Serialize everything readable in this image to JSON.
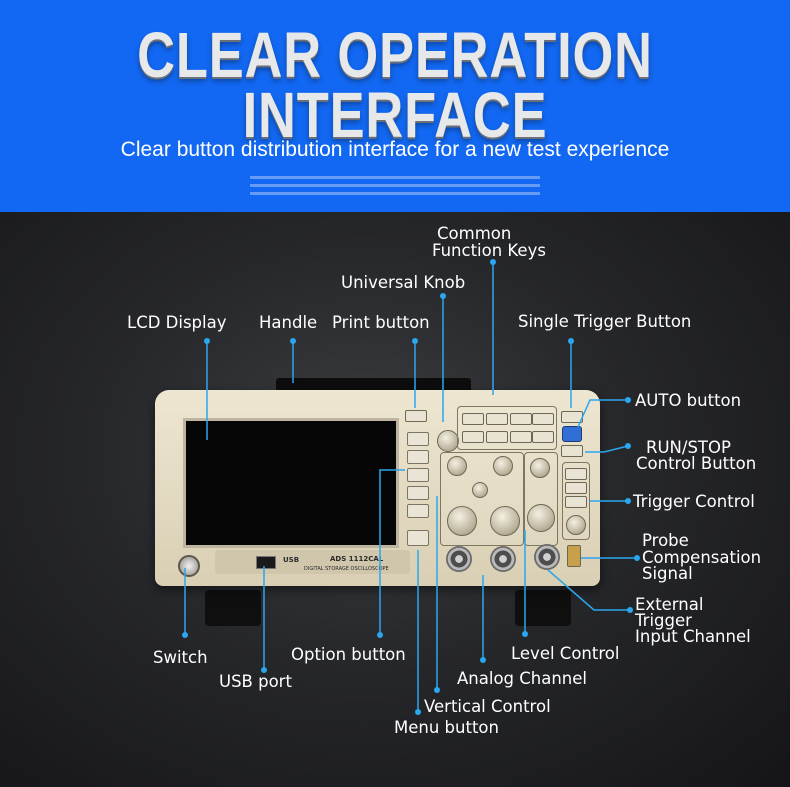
{
  "banner": {
    "headline_line1": "CLEAR OPERATION",
    "headline_line2": "INTERFACE",
    "subtitle": "Clear button distribution interface for a new test experience",
    "background_color": "#1268f2"
  },
  "device": {
    "model": "ADS 1112CAL",
    "description": "DIGITAL STORAGE OSCILLOSCOPE",
    "usb_mark": "USB"
  },
  "callouts": {
    "common_function_keys": [
      "Common",
      "Function Keys"
    ],
    "universal_knob": "Universal Knob",
    "lcd_display": "LCD Display",
    "handle": "Handle",
    "print_button": "Print button",
    "single_trigger_button": "Single Trigger Button",
    "auto_button": "AUTO button",
    "run_stop": [
      "RUN/STOP",
      "Control Button"
    ],
    "trigger_control": "Trigger Control",
    "probe_compensation": [
      "Probe",
      "Compensation",
      "Signal"
    ],
    "external_trigger": [
      "External",
      "Trigger",
      "Input Channel"
    ],
    "switch": "Switch",
    "option_button": "Option button",
    "level_control": "Level Control",
    "usb_port": "USB port",
    "analog_channel": "Analog Channel",
    "vertical_control": "Vertical Control",
    "menu_button": "Menu button"
  },
  "colors": {
    "accent_line": "#2ba7ef",
    "label_text": "#ffffff"
  }
}
